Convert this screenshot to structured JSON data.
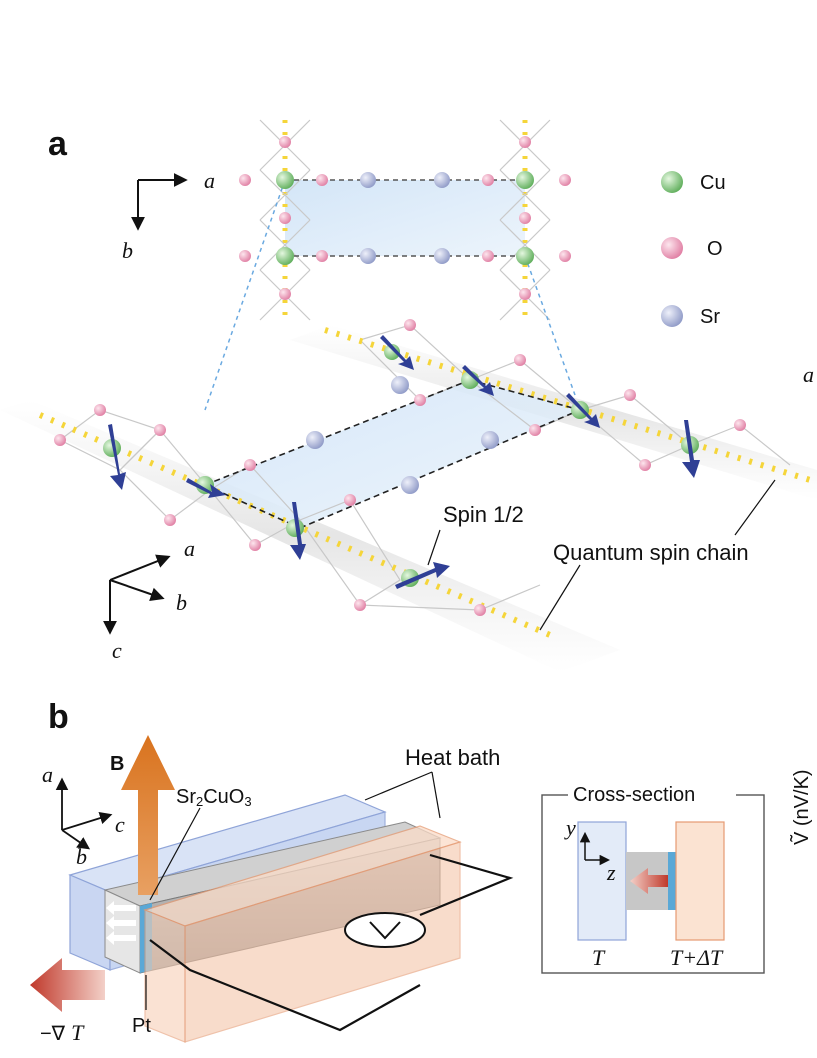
{
  "panel_a": {
    "label": "a",
    "top_axes": {
      "horizontal": "a",
      "vertical": "b"
    },
    "legend": [
      {
        "symbol": "Cu",
        "color": "#6cc06a"
      },
      {
        "symbol": "O",
        "color": "#f08fb2"
      },
      {
        "symbol": "Sr",
        "color": "#a9b3d9"
      }
    ],
    "spin_label": "Spin 1/2",
    "chain_label": "Quantum spin chain",
    "bottom_axes": {
      "a": "a",
      "b": "b",
      "c": "c"
    },
    "right_edge_label": "a"
  },
  "panel_b": {
    "label": "b",
    "field_label": "B",
    "crystal_label_prefix": "Sr",
    "crystal_label_sub1": "2",
    "crystal_label_mid": "CuO",
    "crystal_label_sub2": "3",
    "heat_bath_label": "Heat bath",
    "gradient_label": "−∇",
    "gradient_symbol": "T",
    "pt_label": "Pt",
    "axes": {
      "a": "a",
      "b": "b",
      "c": "c"
    },
    "cross_section": {
      "title": "Cross-section",
      "y_axis": "y",
      "z_axis": "z",
      "left_label": "T",
      "right_label": "T+ΔT"
    },
    "right_axis_label": "Ṽ (nV/K)"
  },
  "colors": {
    "chain_yellow": "#f5d53a",
    "spin_arrow": "#2f3f95",
    "bath_blue": "#c9d6f2",
    "bath_orange": "#f5c6aa",
    "field_arrow": "#d9731e",
    "gradient_arrow": "#c0392b",
    "pt_blue": "#5aa8d6"
  }
}
